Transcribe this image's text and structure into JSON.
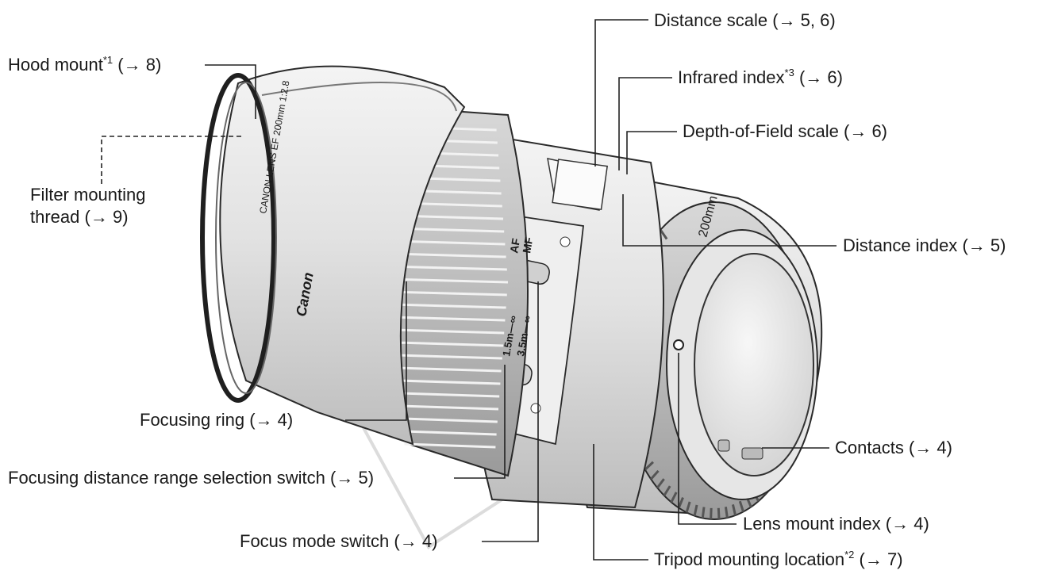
{
  "diagram": {
    "callouts": [
      {
        "id": "hood-mount",
        "text": "Hood mount",
        "sup": "*1",
        "ref": "(→ 8)"
      },
      {
        "id": "filter-thread",
        "text_line1": "Filter mounting",
        "text_line2": "thread",
        "ref": "(→ 9)"
      },
      {
        "id": "focusing-ring",
        "text": "Focusing ring",
        "ref": "(→ 4)"
      },
      {
        "id": "range-switch",
        "text": "Focusing distance range selection switch",
        "ref": "(→ 5)"
      },
      {
        "id": "focus-mode",
        "text": "Focus mode switch",
        "ref": "(→ 4)"
      },
      {
        "id": "distance-scale",
        "text": "Distance scale",
        "ref": "(→ 5, 6)"
      },
      {
        "id": "infrared-index",
        "text": "Infrared index",
        "sup": "*3",
        "ref": "(→ 6)"
      },
      {
        "id": "dof-scale",
        "text": "Depth-of-Field scale",
        "ref": "(→ 6)"
      },
      {
        "id": "distance-index",
        "text": "Distance index",
        "ref": "(→ 5)"
      },
      {
        "id": "contacts",
        "text": "Contacts",
        "ref": "(→ 4)"
      },
      {
        "id": "mount-index",
        "text": "Lens mount index",
        "ref": "(→ 4)"
      },
      {
        "id": "tripod",
        "text": "Tripod mounting location",
        "sup": "*2",
        "ref": "(→ 7)"
      }
    ],
    "lens_markings": {
      "brand_ring": "CANON LENS EF 200mm 1:2.8",
      "brand_logo": "Canon",
      "focal_badge": "200mm",
      "switch_af": "AF",
      "switch_mf": "MF",
      "range_full": "1.5m—∞",
      "range_far": "3.5m—∞"
    },
    "colors": {
      "ink": "#1a1a1a",
      "lens_light": "#e9e9e9",
      "lens_mid": "#cfcfcf",
      "lens_dark": "#8c8c8c"
    }
  }
}
